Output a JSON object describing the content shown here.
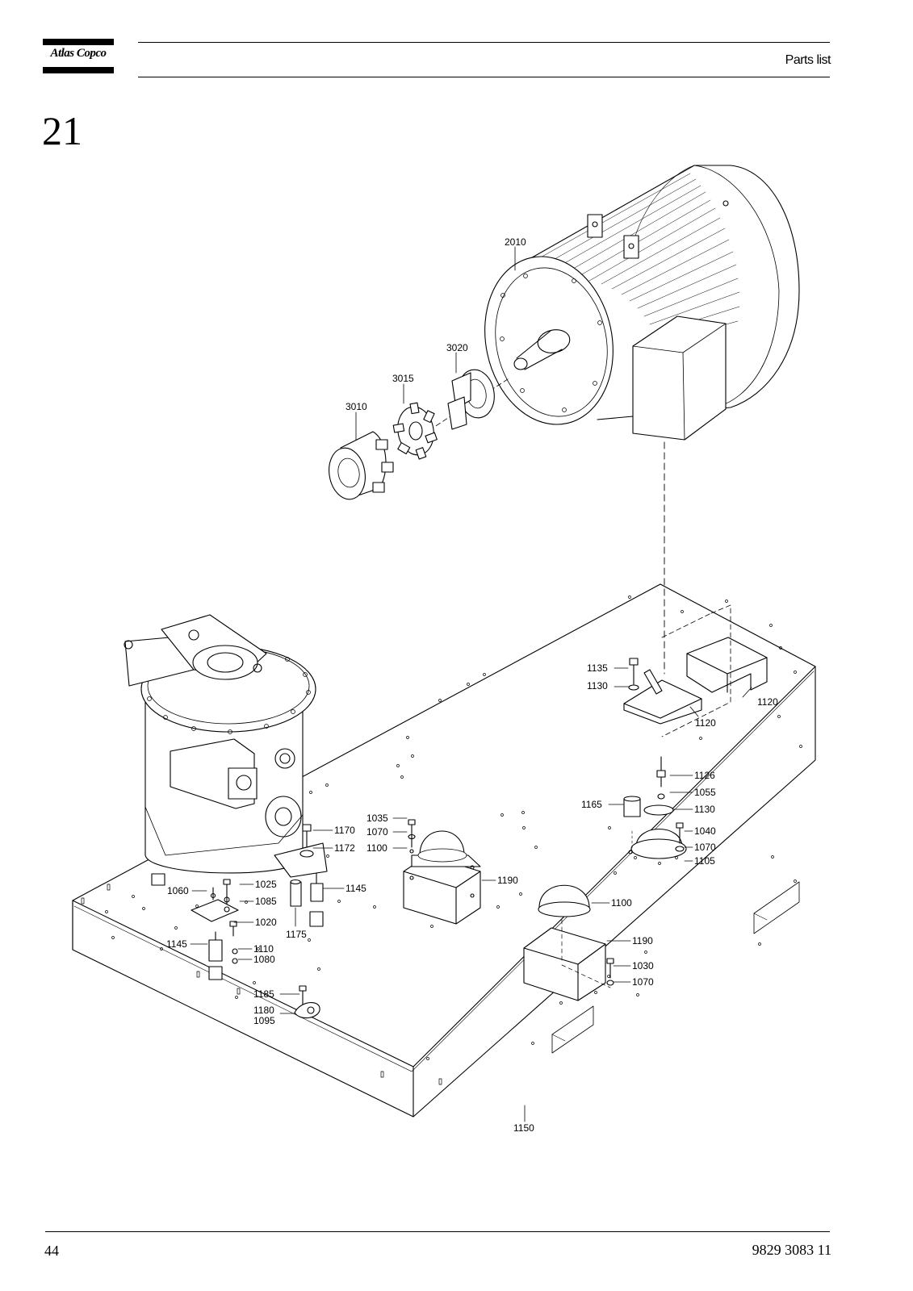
{
  "header": {
    "brand": "Atlas Copco",
    "title": "Parts list"
  },
  "section_number": "21",
  "footer": {
    "page_number": "44",
    "document_number": "9829 3083 11"
  },
  "part_labels": [
    "2010",
    "3020",
    "3015",
    "3010",
    "1135",
    "1130",
    "1120",
    "1120",
    "1126",
    "1055",
    "1165",
    "1130",
    "1040",
    "1070",
    "1105",
    "1170",
    "1172",
    "1035",
    "1070",
    "1100",
    "1190",
    "1060",
    "1025",
    "1085",
    "1145",
    "1020",
    "1175",
    "1145",
    "1110",
    "1080",
    "1100",
    "1190",
    "1030",
    "1070",
    "1185",
    "1180",
    "1095",
    "1150"
  ]
}
